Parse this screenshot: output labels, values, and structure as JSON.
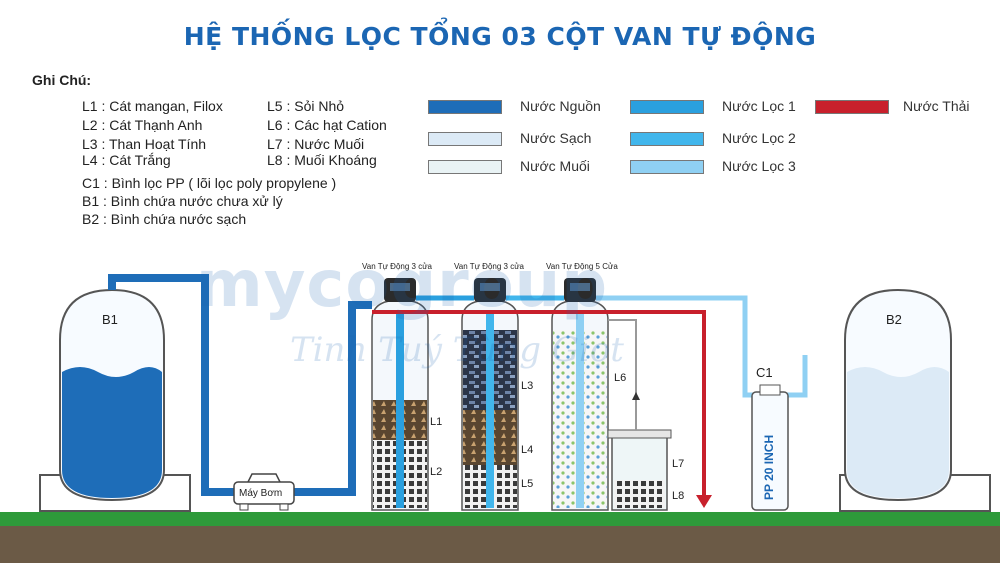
{
  "title": "HỆ THỐNG LỌC TỔNG 03 CỘT VAN TỰ ĐỘNG",
  "notes": {
    "heading": "Ghi Chú:",
    "col1": [
      "L1 : Cát mangan, Filox",
      "L2 : Cát Thạnh Anh",
      "L3 : Than Hoạt Tính",
      "L4 : Cát Trắng"
    ],
    "col2": [
      "L5 : Sỏi Nhỏ",
      "L6 : Các hạt Cation",
      "L7 : Nước Muối",
      "L8 : Muối Khoáng"
    ],
    "extra": [
      "C1 : Bình lọc PP ( lõi lọc poly propylene )",
      "B1 : Bình chứa nước chưa xử lý",
      "B2 : Bình chứa nước sạch"
    ]
  },
  "legend": [
    {
      "label": "Nước Nguồn",
      "color": "#1e6db8"
    },
    {
      "label": "Nước Sạch",
      "color": "#dceaf6"
    },
    {
      "label": "Nước Muối",
      "color": "#e9f3f5"
    },
    {
      "label": "Nước Lọc 1",
      "color": "#2aa0df"
    },
    {
      "label": "Nước Lọc 2",
      "color": "#41b6ec"
    },
    {
      "label": "Nước Lọc 3",
      "color": "#8fd0f3"
    },
    {
      "label": "Nước Thải",
      "color": "#c8202c"
    }
  ],
  "tanks": {
    "b1": "B1",
    "b2": "B2"
  },
  "pump": "Máy Bơm",
  "valves": [
    "Van Tự Động 3 cửa",
    "Van Tự Động 3 cửa",
    "Van Tự Động 5 Cửa"
  ],
  "layer_labels": {
    "l1": "L1",
    "l2": "L2",
    "l3": "L3",
    "l4": "L4",
    "l5": "L5",
    "l6": "L6",
    "l7": "L7",
    "l8": "L8"
  },
  "cartridge": {
    "id": "C1",
    "text": "PP 20 INCH"
  },
  "watermark": {
    "brand": "mycogroup",
    "slogan": "Tinh Tuý Từng Giọt"
  },
  "colors": {
    "title": "#1b66b3",
    "source": "#1e6db8",
    "clean": "#dceaf6",
    "waste": "#c8202c",
    "filter1": "#2aa0df",
    "ground": "#2e9a3a",
    "soil": "#6b5a46"
  }
}
